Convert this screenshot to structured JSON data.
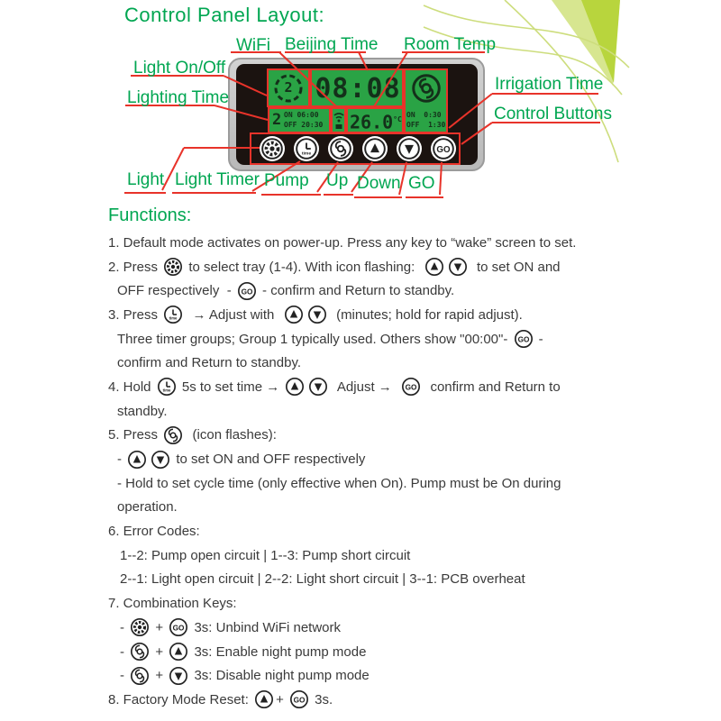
{
  "page": {
    "title": "Control Panel Layout:",
    "functions_heading": "Functions:"
  },
  "colors": {
    "accent_green": "#00a651",
    "accent_red": "#e8332a",
    "lcd_green": "#2aa345",
    "lime": "#b5d334",
    "panel_black": "#1b1310"
  },
  "labels": {
    "wifi": "WiFi",
    "beijing_time": "Beijing Time",
    "room_temp": "Room Temp",
    "light_onoff": "Light On/Off",
    "lighting_time": "Lighting Time",
    "irrigation_time": "Irrigation Time",
    "control_buttons": "Control Buttons",
    "light": "Light",
    "light_timer": "Light Timer",
    "pump": "Pump",
    "up": "Up",
    "down": "Down",
    "go": "GO"
  },
  "panel": {
    "lcd": {
      "clock": "08:08",
      "temp_value": "26.0",
      "temp_unit": "°C",
      "tray_digit": "2",
      "light_icon_digit": "2",
      "lighting_on": "ON 06:00",
      "lighting_off": "OFF 20:30",
      "irrigation_on": "ON  0:30",
      "irrigation_off": "OFF  1:30"
    },
    "go_label": "GO",
    "timer_caption": "time"
  },
  "functions": {
    "heading": "Functions:",
    "lines": [
      {
        "cls": "",
        "parts": [
          [
            "t",
            "1. Default mode activates on power-up. Press any key to “wake” screen to set."
          ]
        ]
      },
      {
        "cls": "",
        "parts": [
          [
            "t",
            "2. Press "
          ],
          [
            "i",
            "light"
          ],
          [
            "t",
            " to select tray (1-4). With icon flashing:  "
          ],
          [
            "i",
            "up"
          ],
          [
            "i",
            "down"
          ],
          [
            "t",
            "  to set ON and"
          ]
        ]
      },
      {
        "cls": "ind1",
        "parts": [
          [
            "t",
            "OFF respectively  - "
          ],
          [
            "i",
            "go"
          ],
          [
            "t",
            " - confirm and Return to standby."
          ]
        ]
      },
      {
        "cls": "",
        "parts": [
          [
            "t",
            "3. Press "
          ],
          [
            "i",
            "timer"
          ],
          [
            "t",
            "  → Adjust with  "
          ],
          [
            "i",
            "up"
          ],
          [
            "i",
            "down"
          ],
          [
            "t",
            "  (minutes; hold for rapid adjust)."
          ]
        ]
      },
      {
        "cls": "ind1",
        "parts": [
          [
            "t",
            "Three timer groups; Group 1 typically used. Others show \"00:00\"- "
          ],
          [
            "i",
            "go"
          ],
          [
            "t",
            " -"
          ]
        ]
      },
      {
        "cls": "ind1",
        "parts": [
          [
            "t",
            "confirm and Return to standby."
          ]
        ]
      },
      {
        "cls": "",
        "parts": [
          [
            "t",
            "4. Hold "
          ],
          [
            "i",
            "timer"
          ],
          [
            "t",
            " 5s to set time → "
          ],
          [
            "i",
            "up"
          ],
          [
            "i",
            "down"
          ],
          [
            "t",
            "  Adjust →  "
          ],
          [
            "i",
            "go"
          ],
          [
            "t",
            "  confirm and Return to"
          ]
        ]
      },
      {
        "cls": "ind1",
        "parts": [
          [
            "t",
            "standby."
          ]
        ]
      },
      {
        "cls": "",
        "parts": [
          [
            "t",
            "5. Press "
          ],
          [
            "i",
            "pump"
          ],
          [
            "t",
            "  (icon flashes):"
          ]
        ]
      },
      {
        "cls": "ind1",
        "parts": [
          [
            "t",
            "- "
          ],
          [
            "i",
            "up"
          ],
          [
            "i",
            "down"
          ],
          [
            "t",
            " to set ON and OFF respectively"
          ]
        ]
      },
      {
        "cls": "ind1",
        "parts": [
          [
            "t",
            "- Hold to set cycle time (only effective when On). Pump must be On during"
          ]
        ]
      },
      {
        "cls": "ind1",
        "parts": [
          [
            "t",
            "operation."
          ]
        ]
      },
      {
        "cls": "",
        "parts": [
          [
            "t",
            "6. Error Codes:"
          ]
        ]
      },
      {
        "cls": "ind2",
        "parts": [
          [
            "t",
            "1--2: Pump open circuit | 1--3: Pump short circuit"
          ]
        ]
      },
      {
        "cls": "ind2",
        "parts": [
          [
            "t",
            "2--1: Light open circuit | 2--2: Light short circuit | 3--1: PCB overheat"
          ]
        ]
      },
      {
        "cls": "",
        "parts": [
          [
            "t",
            "7. Combination Keys:"
          ]
        ]
      },
      {
        "cls": "ind2",
        "parts": [
          [
            "t",
            "- "
          ],
          [
            "i",
            "light"
          ],
          [
            "t",
            " + "
          ],
          [
            "i",
            "go"
          ],
          [
            "t",
            " 3s: Unbind WiFi network"
          ]
        ]
      },
      {
        "cls": "ind2",
        "parts": [
          [
            "t",
            "- "
          ],
          [
            "i",
            "pump"
          ],
          [
            "t",
            " + "
          ],
          [
            "i",
            "up"
          ],
          [
            "t",
            " 3s: Enable night pump mode"
          ]
        ]
      },
      {
        "cls": "ind2",
        "parts": [
          [
            "t",
            "- "
          ],
          [
            "i",
            "pump"
          ],
          [
            "t",
            " + "
          ],
          [
            "i",
            "down"
          ],
          [
            "t",
            " 3s: Disable night pump mode"
          ]
        ]
      },
      {
        "cls": "",
        "parts": [
          [
            "t",
            "8. Factory Mode Reset: "
          ],
          [
            "i",
            "up"
          ],
          [
            "t",
            "+ "
          ],
          [
            "i",
            "go"
          ],
          [
            "t",
            " 3s."
          ]
        ]
      }
    ]
  }
}
